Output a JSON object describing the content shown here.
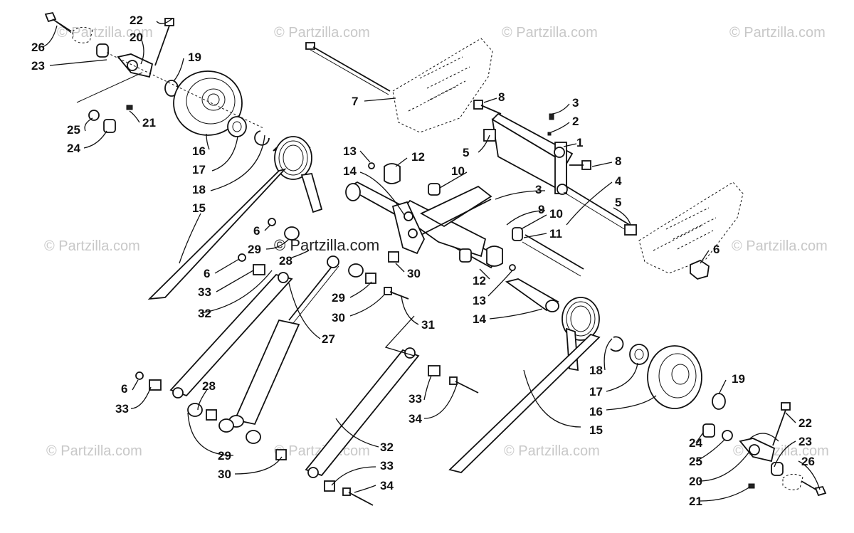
{
  "diagram": {
    "watermark": "© Partzilla.com",
    "callouts": [
      {
        "id": "c26a",
        "text": "26"
      },
      {
        "id": "c22a",
        "text": "22"
      },
      {
        "id": "c20a",
        "text": "20"
      },
      {
        "id": "c23a",
        "text": "23"
      },
      {
        "id": "c19a",
        "text": "19"
      },
      {
        "id": "c25a",
        "text": "25"
      },
      {
        "id": "c21a",
        "text": "21"
      },
      {
        "id": "c24a",
        "text": "24"
      },
      {
        "id": "c16a",
        "text": "16"
      },
      {
        "id": "c17a",
        "text": "17"
      },
      {
        "id": "c18a",
        "text": "18"
      },
      {
        "id": "c15a",
        "text": "15"
      },
      {
        "id": "c7",
        "text": "7"
      },
      {
        "id": "c8a",
        "text": "8"
      },
      {
        "id": "c3a",
        "text": "3"
      },
      {
        "id": "c2",
        "text": "2"
      },
      {
        "id": "c1",
        "text": "1"
      },
      {
        "id": "c5a",
        "text": "5"
      },
      {
        "id": "c8b",
        "text": "8"
      },
      {
        "id": "c13a",
        "text": "13"
      },
      {
        "id": "c12a",
        "text": "12"
      },
      {
        "id": "c14a",
        "text": "14"
      },
      {
        "id": "c10a",
        "text": "10"
      },
      {
        "id": "c4",
        "text": "4"
      },
      {
        "id": "c3b",
        "text": "3"
      },
      {
        "id": "c9",
        "text": "9"
      },
      {
        "id": "c5b",
        "text": "5"
      },
      {
        "id": "c10b",
        "text": "10"
      },
      {
        "id": "c11",
        "text": "11"
      },
      {
        "id": "c6a",
        "text": "6"
      },
      {
        "id": "c6b",
        "text": "6"
      },
      {
        "id": "c29a",
        "text": "29"
      },
      {
        "id": "c28a",
        "text": "28"
      },
      {
        "id": "c30a",
        "text": "30"
      },
      {
        "id": "c6c",
        "text": "6"
      },
      {
        "id": "c33a",
        "text": "33"
      },
      {
        "id": "c32a",
        "text": "32"
      },
      {
        "id": "c29b",
        "text": "29"
      },
      {
        "id": "c30b",
        "text": "30"
      },
      {
        "id": "c31",
        "text": "31"
      },
      {
        "id": "c12b",
        "text": "12"
      },
      {
        "id": "c13b",
        "text": "13"
      },
      {
        "id": "c14b",
        "text": "14"
      },
      {
        "id": "c27",
        "text": "27"
      },
      {
        "id": "c18b",
        "text": "18"
      },
      {
        "id": "c17b",
        "text": "17"
      },
      {
        "id": "c19b",
        "text": "19"
      },
      {
        "id": "c16b",
        "text": "16"
      },
      {
        "id": "c15b",
        "text": "15"
      },
      {
        "id": "c6d",
        "text": "6"
      },
      {
        "id": "c33b",
        "text": "33"
      },
      {
        "id": "c28b",
        "text": "28"
      },
      {
        "id": "c33c",
        "text": "33"
      },
      {
        "id": "c34a",
        "text": "34"
      },
      {
        "id": "c29c",
        "text": "29"
      },
      {
        "id": "c30c",
        "text": "30"
      },
      {
        "id": "c32b",
        "text": "32"
      },
      {
        "id": "c33d",
        "text": "33"
      },
      {
        "id": "c34b",
        "text": "34"
      },
      {
        "id": "c22b",
        "text": "22"
      },
      {
        "id": "c24b",
        "text": "24"
      },
      {
        "id": "c23b",
        "text": "23"
      },
      {
        "id": "c25b",
        "text": "25"
      },
      {
        "id": "c26b",
        "text": "26"
      },
      {
        "id": "c20b",
        "text": "20"
      },
      {
        "id": "c21b",
        "text": "21"
      }
    ]
  }
}
